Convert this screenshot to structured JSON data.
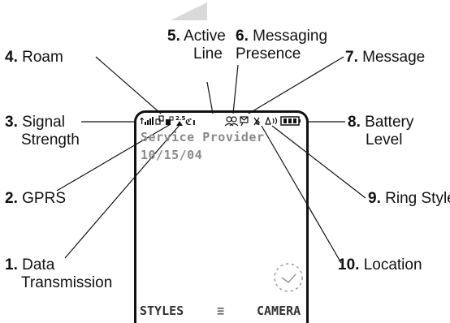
{
  "labels": {
    "roam": {
      "num": "4.",
      "text": "Roam"
    },
    "active_line": {
      "num": "5.",
      "line1": "Active",
      "line2": "Line"
    },
    "messaging_presence": {
      "num": "6.",
      "line1": "Messaging",
      "line2": "Presence"
    },
    "message": {
      "num": "7.",
      "text": "Message"
    },
    "signal_strength": {
      "num": "3.",
      "line1": "Signal",
      "line2": "Strength"
    },
    "battery_level": {
      "num": "8.",
      "line1": "Battery",
      "line2": "Level"
    },
    "gprs": {
      "num": "2.",
      "text": "GPRS"
    },
    "ring_style": {
      "num": "9.",
      "text": "Ring Style"
    },
    "data_transmission": {
      "num": "1.",
      "line1": "Data",
      "line2": "Transmission"
    },
    "location": {
      "num": "10.",
      "text": "Location"
    }
  },
  "screen": {
    "provider": "Service Provider",
    "date": "10/15/04",
    "left_soft_key": "STYLES",
    "menu_icon": "≡",
    "right_soft_key": "CAMERA",
    "gprs_indicator": "2.5"
  },
  "icons": [
    "signal-strength-icon",
    "gprs-icon",
    "data-transmission-icon",
    "roam-icon",
    "active-line-icon",
    "messaging-presence-icon",
    "message-icon",
    "location-icon",
    "ring-style-icon",
    "battery-icon",
    "clock-icon"
  ]
}
